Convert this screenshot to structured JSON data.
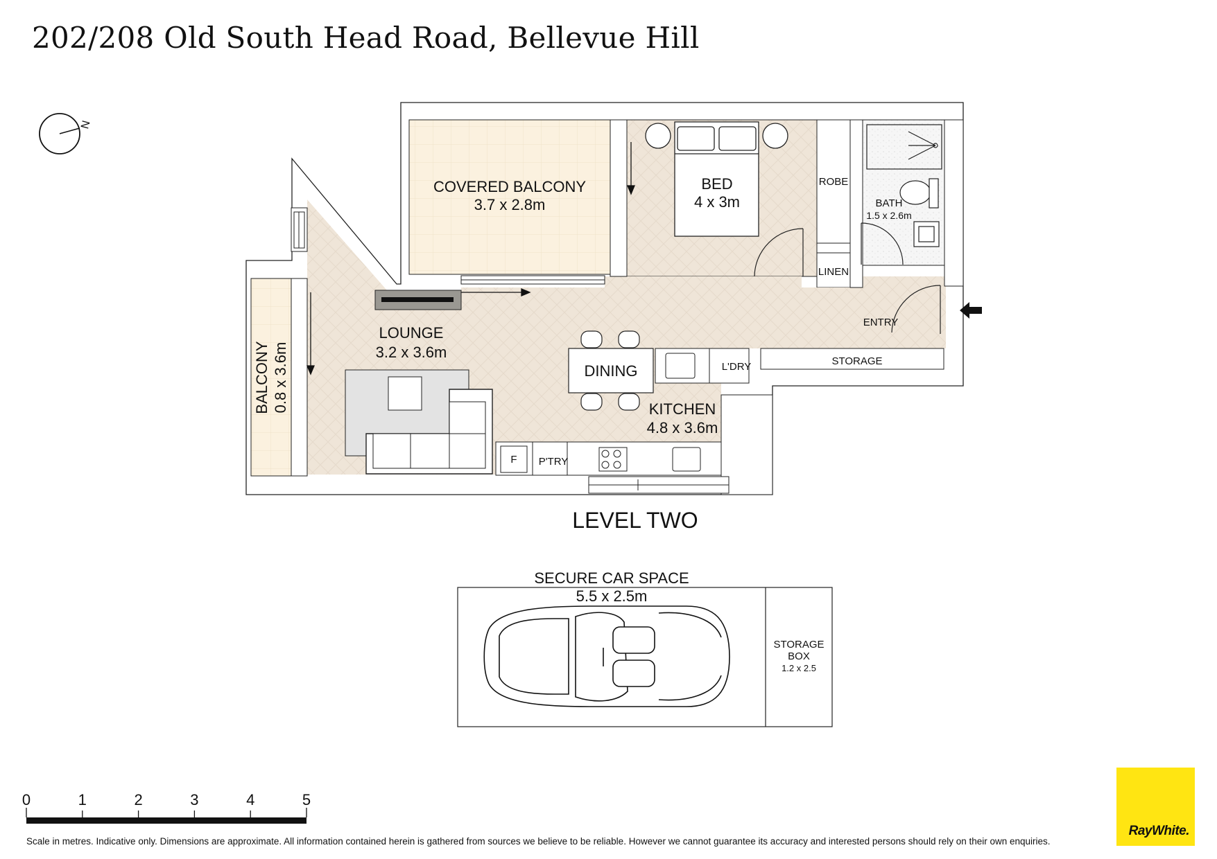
{
  "title": "202/208 Old South Head Road, Bellevue Hill",
  "compass": {
    "north_label": "N"
  },
  "rooms": {
    "covered_balcony": {
      "name": "COVERED BALCONY",
      "size": "3.7 x 2.8m"
    },
    "bed": {
      "name": "BED",
      "size": "4 x 3m"
    },
    "robe": "ROBE",
    "bath": {
      "name": "BATH",
      "size": "1.5 x 2.6m"
    },
    "linen": "LINEN",
    "entry": "ENTRY",
    "lounge": {
      "name": "LOUNGE",
      "size": "3.2 x 3.6m"
    },
    "balcony": {
      "name": "BALCONY",
      "size": "0.8 x 3.6m"
    },
    "dining": "DINING",
    "laundry": "L'DRY",
    "storage": "STORAGE",
    "kitchen": {
      "name": "KITCHEN",
      "size": "4.8 x 3.6m"
    },
    "fridge": "F",
    "pantry": "P'TRY"
  },
  "level_label": "LEVEL TWO",
  "car_space": {
    "name": "SECURE CAR SPACE",
    "size": "5.5 x 2.5m",
    "storage_box_line1": "STORAGE",
    "storage_box_line2": "BOX",
    "storage_box_size": "1.2 x 2.5"
  },
  "scale": {
    "ticks": [
      "0",
      "1",
      "2",
      "3",
      "4",
      "5"
    ],
    "unit_note": "Scale in metres."
  },
  "disclaimer": "Scale in metres. Indicative only. Dimensions are approximate. All information contained herein is gathered from sources we believe to be reliable. However we cannot guarantee its accuracy and interested persons should rely on their own enquiries.",
  "brand": {
    "name": "RayWhite.",
    "color": "#ffe512"
  },
  "colors": {
    "floor": "#efe5d8",
    "balcony": "#fbf1df",
    "wall": "#ffffff"
  }
}
